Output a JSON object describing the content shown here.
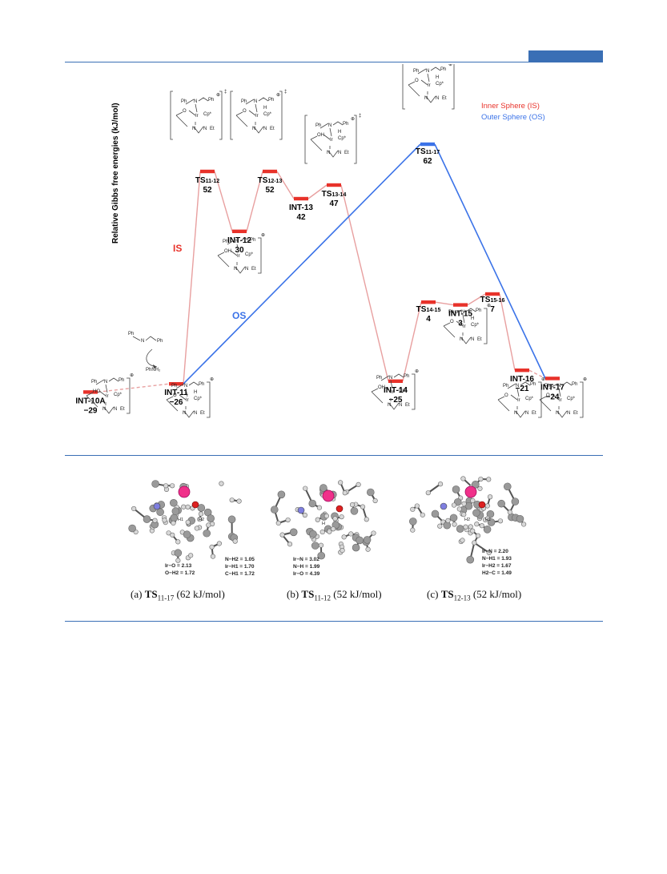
{
  "diagram": {
    "y_axis_label": "Relative Gibbs free energies (kJ/mol)",
    "legend": [
      {
        "label": "Inner Sphere (IS)",
        "color": "#e8322a"
      },
      {
        "label": "Outer Sphere (OS)",
        "color": "#3b73e8"
      }
    ],
    "path_labels": {
      "is": "IS",
      "os": "OS"
    },
    "side_reagent": "PhNH₂",
    "levels": [
      {
        "id": "int10a",
        "prefix": "INT-10A",
        "sub": "",
        "energy": "−29",
        "value": -29,
        "color": "#e8322a"
      },
      {
        "id": "int11",
        "prefix": "INT-11",
        "sub": "",
        "energy": "−26",
        "value": -26,
        "color": "#e8322a"
      },
      {
        "id": "ts1112",
        "prefix": "TS",
        "sub": "11-12",
        "energy": "52",
        "value": 52,
        "color": "#e8322a"
      },
      {
        "id": "int12",
        "prefix": "INT-12",
        "sub": "",
        "energy": "30",
        "value": 30,
        "color": "#e8322a"
      },
      {
        "id": "ts1213",
        "prefix": "TS",
        "sub": "12-13",
        "energy": "52",
        "value": 52,
        "color": "#e8322a"
      },
      {
        "id": "int13",
        "prefix": "INT-13",
        "sub": "",
        "energy": "42",
        "value": 42,
        "color": "#e8322a"
      },
      {
        "id": "ts1314",
        "prefix": "TS",
        "sub": "13-14",
        "energy": "47",
        "value": 47,
        "color": "#e8322a"
      },
      {
        "id": "int14",
        "prefix": "INT-14",
        "sub": "",
        "energy": "−25",
        "value": -25,
        "color": "#e8322a"
      },
      {
        "id": "ts1415",
        "prefix": "TS",
        "sub": "14-15",
        "energy": "4",
        "value": 4,
        "color": "#e8322a"
      },
      {
        "id": "int15",
        "prefix": "INT-15",
        "sub": "",
        "energy": "3",
        "value": 3,
        "color": "#e8322a"
      },
      {
        "id": "ts1516",
        "prefix": "TS",
        "sub": "15-16",
        "energy": "7",
        "value": 7,
        "color": "#e8322a"
      },
      {
        "id": "int16",
        "prefix": "INT-16",
        "sub": "",
        "energy": "−21",
        "value": -21,
        "color": "#e8322a"
      },
      {
        "id": "int17",
        "prefix": "INT-17",
        "sub": "",
        "energy": "−24",
        "value": -24,
        "color": "#e8322a"
      },
      {
        "id": "ts1117",
        "prefix": "TS",
        "sub": "11-17",
        "energy": "62",
        "value": 62,
        "color": "#3b73e8"
      }
    ],
    "struct_labels": {
      "ph": "Ph",
      "n": "N",
      "h": "H",
      "o": "O",
      "oh": "OH",
      "hn": "HN",
      "h2n": "H₂N",
      "ho": "HO",
      "ir": "Ir",
      "cp": "Cp*",
      "et": "Et",
      "ddag": "‡",
      "plus": "⊕"
    }
  },
  "figures": [
    {
      "id": "a",
      "caption_prefix": "(a) ",
      "caption_bold": "TS",
      "caption_sub": "11-17",
      "caption_tail": " (62 kJ/mol)",
      "atom_labels": [
        "H1",
        "H2"
      ],
      "geometry_left": [
        "Ir−O = 2.13",
        "O−H2 = 1.72"
      ],
      "geometry_right": [
        "N−H2 = 1.05",
        "Ir−H1 = 1.70",
        "C−H1 = 1.72"
      ]
    },
    {
      "id": "b",
      "caption_prefix": "(b) ",
      "caption_bold": "TS",
      "caption_sub": "11-12",
      "caption_tail": " (52 kJ/mol)",
      "atom_labels": [
        "H"
      ],
      "geometry_left": [
        "Ir−N = 3.02",
        "N−H = 1.99",
        "Ir−O = 4.39"
      ],
      "geometry_right": []
    },
    {
      "id": "c",
      "caption_prefix": "(c) ",
      "caption_bold": "TS",
      "caption_sub": "12-13",
      "caption_tail": " (52 kJ/mol)",
      "atom_labels": [
        "H2",
        "H1"
      ],
      "geometry_left": [
        "Ir−N = 2.20",
        "N−H1 = 1.93",
        "Ir−H2 = 1.67",
        "H2−C = 1.49"
      ],
      "geometry_right": []
    }
  ]
}
